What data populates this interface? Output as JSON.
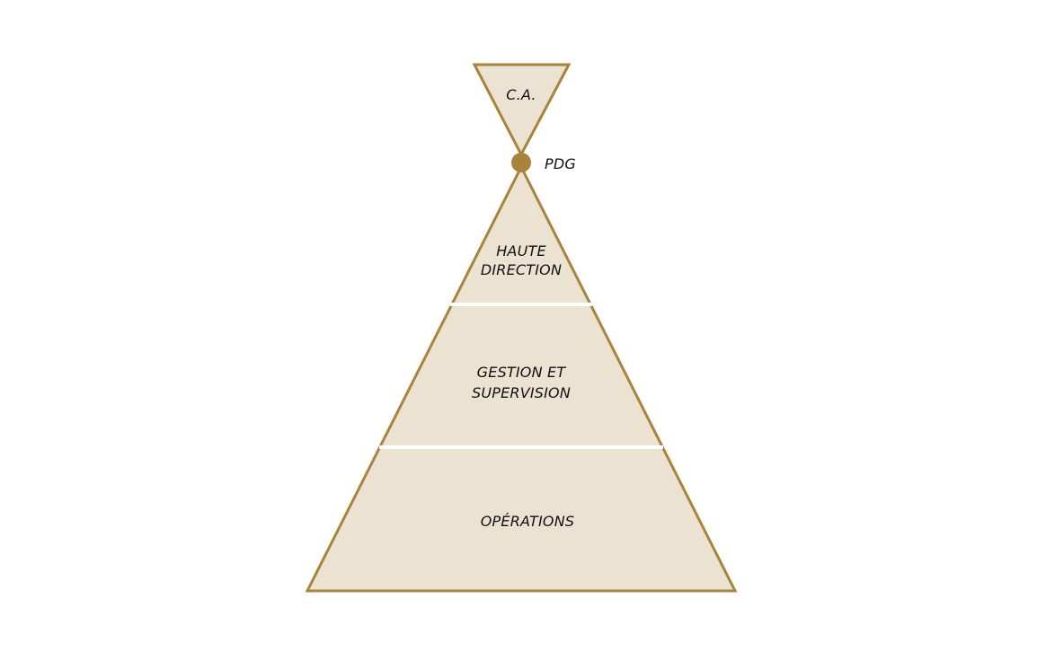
{
  "colors": {
    "fill": "#ece2d2",
    "stroke": "#a8843b",
    "divider": "#ffffff",
    "text": "#111111"
  },
  "board": {
    "label": "C.A."
  },
  "ceo": {
    "label": "PDG"
  },
  "levels": {
    "top": {
      "line1": "HAUTE",
      "line2": "DIRECTION"
    },
    "middle": {
      "line1": "GESTION ET",
      "line2": "SUPERVISION"
    },
    "bottom": {
      "line1": "OPÉRATIONS"
    }
  }
}
